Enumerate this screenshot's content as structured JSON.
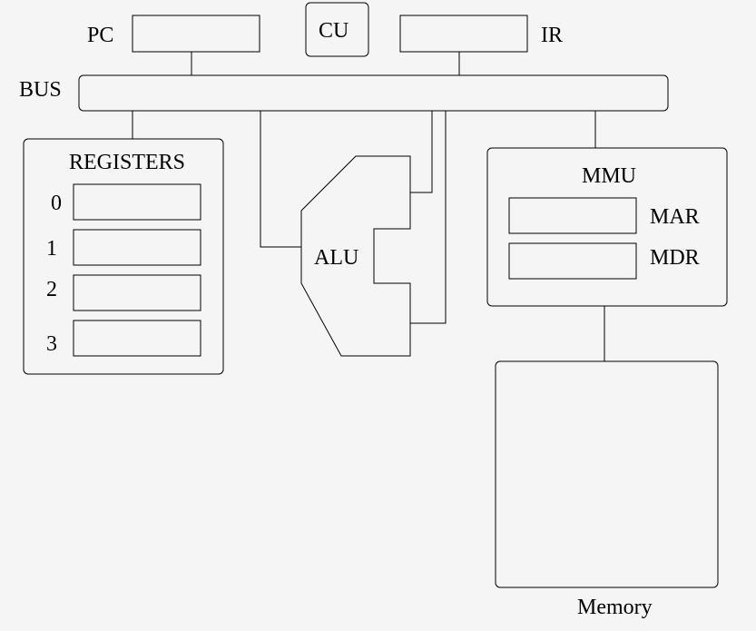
{
  "labels": {
    "pc": "PC",
    "cu": "CU",
    "ir": "IR",
    "bus": "BUS",
    "registers": "REGISTERS",
    "alu": "ALU",
    "mmu": "MMU",
    "mar": "MAR",
    "mdr": "MDR",
    "memory": "Memory"
  },
  "registers": [
    "0",
    "1",
    "2",
    "3"
  ]
}
